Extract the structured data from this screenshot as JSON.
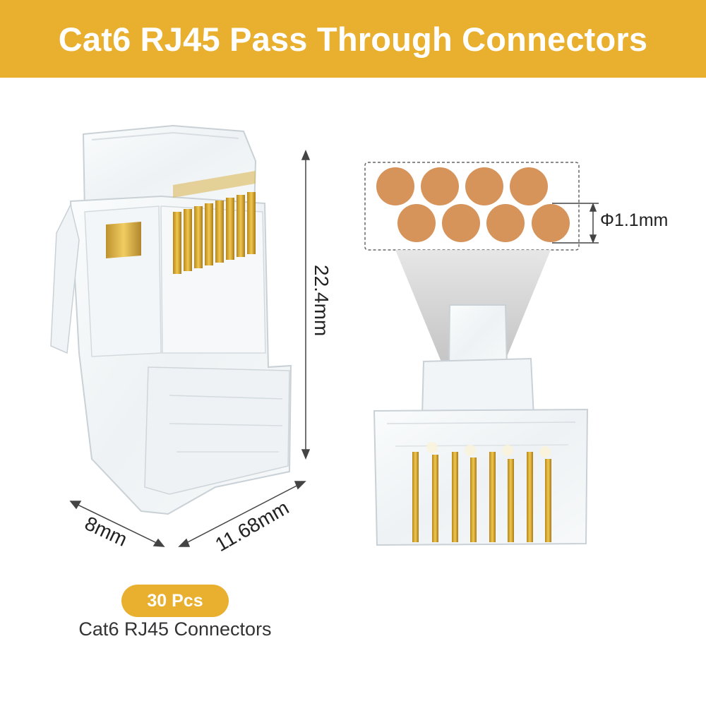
{
  "banner": {
    "title": "Cat6 RJ45 Pass Through Connectors"
  },
  "dimensions": {
    "height": "22.4mm",
    "width": "8mm",
    "depth": "11.68mm",
    "pin_diameter": "Φ1.1mm"
  },
  "badge": {
    "quantity": "30 Pcs"
  },
  "caption": {
    "text": "Cat6 RJ45 Connectors"
  },
  "colors": {
    "accent": "#e9b02f",
    "pin_copper": "#d6935a",
    "contact_gold": "#d4a62a"
  },
  "pin_layout": {
    "top_row": 4,
    "bottom_row": 4
  }
}
